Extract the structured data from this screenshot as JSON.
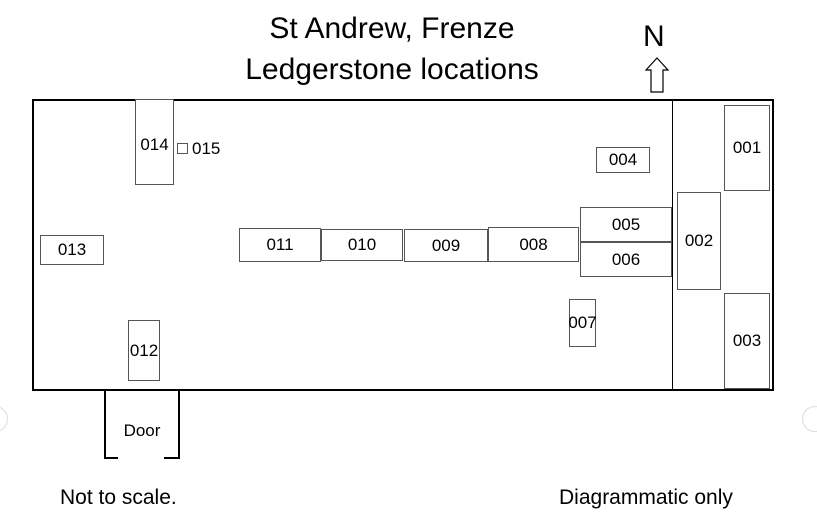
{
  "title_line1": "St Andrew, Frenze",
  "title_line2": "Ledgerstone locations",
  "north_label": "N",
  "door_label": "Door",
  "footer_left": "Not to scale.",
  "footer_right": "Diagrammatic only",
  "stones": {
    "s001": "001",
    "s002": "002",
    "s003": "003",
    "s004": "004",
    "s005": "005",
    "s006": "006",
    "s007": "007",
    "s008": "008",
    "s009": "009",
    "s010": "010",
    "s011": "011",
    "s012": "012",
    "s013": "013",
    "s014": "014",
    "s015": "015"
  },
  "colors": {
    "ink": "#000000",
    "stone_border": "#555555",
    "background": "#ffffff"
  }
}
